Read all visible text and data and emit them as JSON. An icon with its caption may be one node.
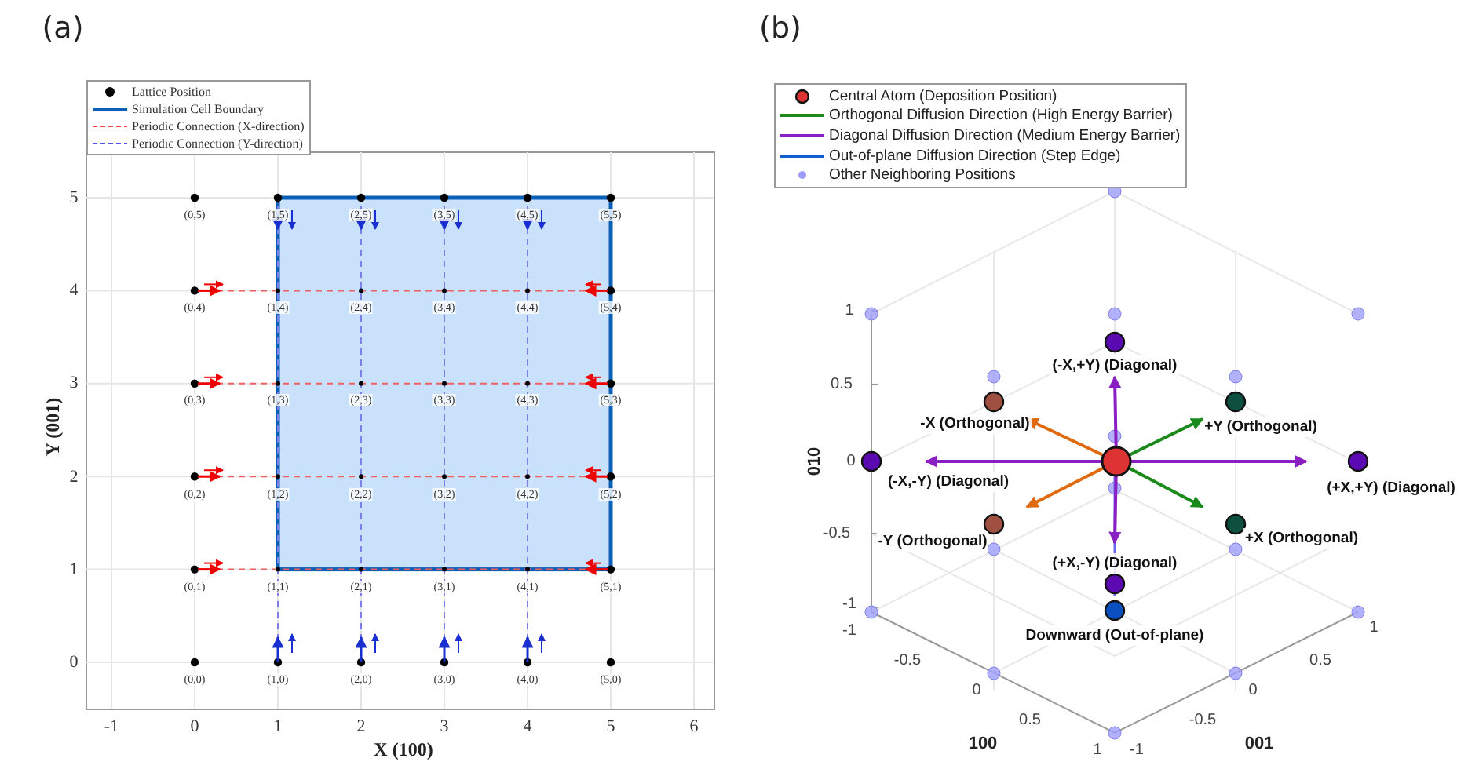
{
  "diagram": {
    "labels": [
      "(a)",
      "(b)",
      "(0,5)",
      "(1,5)",
      "(2,5)",
      "(3,5)",
      "(4,5)",
      "(5,5)",
      "(0,4)",
      "(1,4)",
      "(2,4)",
      "(3,4)",
      "(4,4)",
      "(5,4)",
      "(0,3)",
      "(1,3)",
      "(2,3)",
      "(3,3)",
      "(4,3)",
      "(5,3)",
      "(0,2)",
      "(1,2)",
      "(2,2)",
      "(3,2)",
      "(4,2)",
      "(5,2)",
      "(0,1)",
      "(1,1)",
      "(2,1)",
      "(3,1)",
      "(4,1)",
      "(5,1)",
      "(0,0)",
      "(1,0)",
      "(2,0)",
      "(3,0)",
      "(4,0)",
      "(5,0)",
      "5",
      "4",
      "3",
      "2",
      "1",
      "0",
      "-1",
      "0",
      "1",
      "2",
      "3",
      "4",
      "5",
      "6",
      "X (100)",
      "Y (001)",
      "1",
      "0.5",
      "0",
      "-0.5",
      "-1",
      "010",
      "(-X,+Y) (Diagonal)",
      "-X (Orthogonal)",
      "+Y (Orthogonal)",
      "(-X,-Y) (Diagonal)",
      "(+X,+Y) (Diagonal)",
      "-Y (Orthogonal)",
      "+X (Orthogonal)",
      "(+X,-Y) (Diagonal)",
      "-1",
      "Downward (Out-of-plane)",
      "-0.5",
      "0",
      "0.5",
      "1",
      "100",
      "-1",
      "-0.5",
      "0",
      "0.5",
      "1",
      "001"
    ],
    "legend": [
      {
        "text": "Lattice Position"
      },
      {
        "text": "Simulation Cell Boundary"
      },
      {
        "text": "Periodic Connection (X-direction)"
      },
      {
        "text": "Periodic Connection (Y-direction)"
      },
      {
        "text": "Central Atom (Deposition Position)"
      },
      {
        "text": "Orthogonal Diffusion Direction (High Energy Barrier)"
      },
      {
        "text": "Diagonal Diffusion Direction (Medium Energy Barrier)"
      },
      {
        "text": "Out-of-plane Diffusion Direction (Step Edge)"
      },
      {
        "text": "Other Neighboring Positions"
      }
    ]
  }
}
